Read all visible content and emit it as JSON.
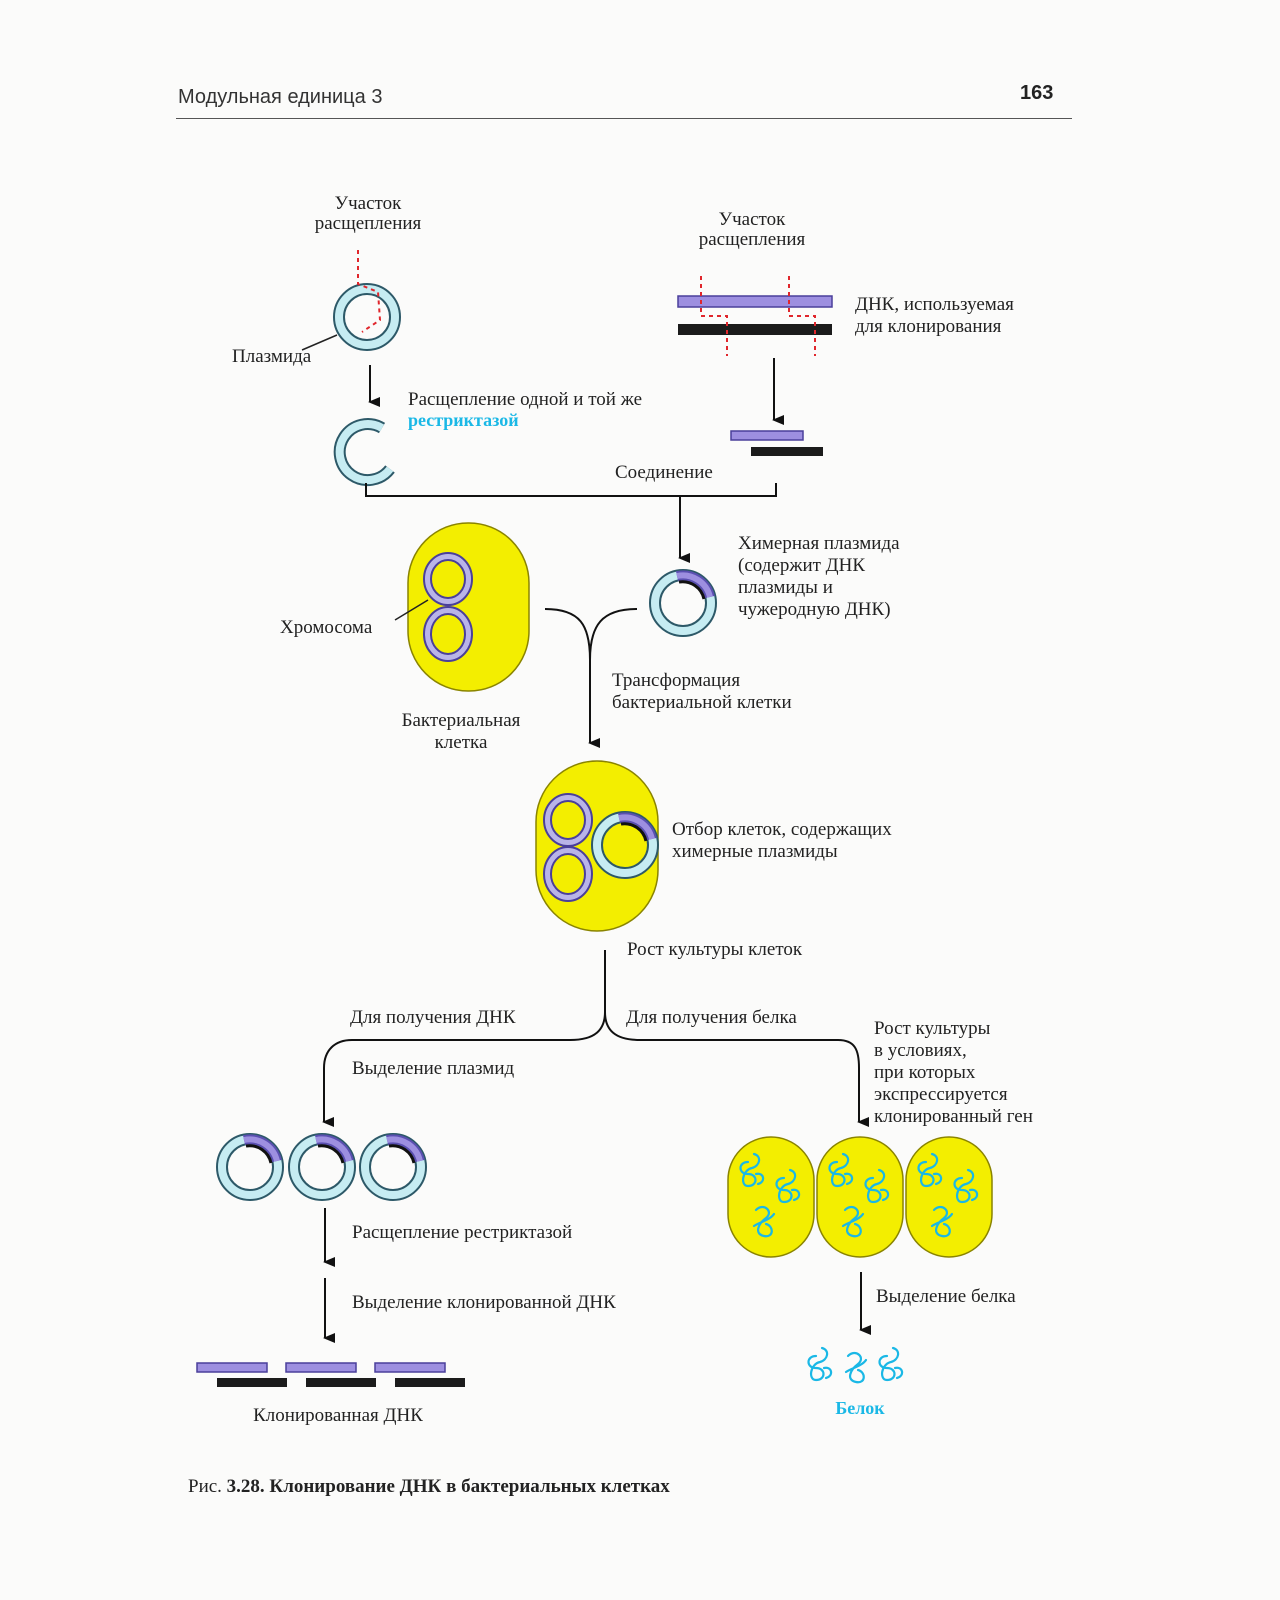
{
  "header": {
    "title": "Модульная единица 3",
    "page_number": "163"
  },
  "labels": {
    "cleavage_site_left_1": "Участок",
    "cleavage_site_left_2": "расщепления",
    "cleavage_site_right_1": "Участок",
    "cleavage_site_right_2": "расщепления",
    "plasmid": "Плазмида",
    "dna_for_cloning_1": "ДНК, используемая",
    "dna_for_cloning_2": "для клонирования",
    "cleavage_same_1": "Расщепление одной и той же",
    "cleavage_same_2": "рестриктазой",
    "joining": "Соединение",
    "chimeric_1": "Химерная плазмида",
    "chimeric_2": "(содержит ДНК",
    "chimeric_3": "плазмиды и",
    "chimeric_4": "чужеродную ДНК)",
    "chromosome": "Хромосома",
    "bacterial_cell_1": "Бактериальная",
    "bacterial_cell_2": "клетка",
    "transformation_1": "Трансформация",
    "transformation_2": "бактериальной клетки",
    "selection_1": "Отбор клеток, содержащих",
    "selection_2": "химерные плазмиды",
    "culture_growth": "Рост культуры клеток",
    "for_dna": "Для получения ДНК",
    "for_protein": "Для получения белка",
    "expression_1": "Рост культуры",
    "expression_2": "в условиях,",
    "expression_3": "при которых",
    "expression_4": "экспрессируется",
    "expression_5": "клонированный ген",
    "plasmid_isolation": "Выделение плазмид",
    "restriction_cleavage": "Расщепление рестриктазой",
    "cloned_dna_isolation": "Выделение клонированной ДНК",
    "cloned_dna": "Клонированная ДНК",
    "protein_isolation": "Выделение белка",
    "protein": "Белок"
  },
  "caption": {
    "prefix": "Рис. ",
    "text": "3.28. Клонирование ДНК в бактериальных клетках"
  },
  "colors": {
    "plasmid_fill": "#c6ecf2",
    "plasmid_stroke": "#2d5968",
    "foreign_dna": "#9d8fe0",
    "dna_dark": "#1b1b1b",
    "cell_fill": "#f3ee00",
    "chromosome_fill": "#b9b4e8",
    "cut_line": "#e0262c",
    "protein": "#1ab8e6"
  }
}
